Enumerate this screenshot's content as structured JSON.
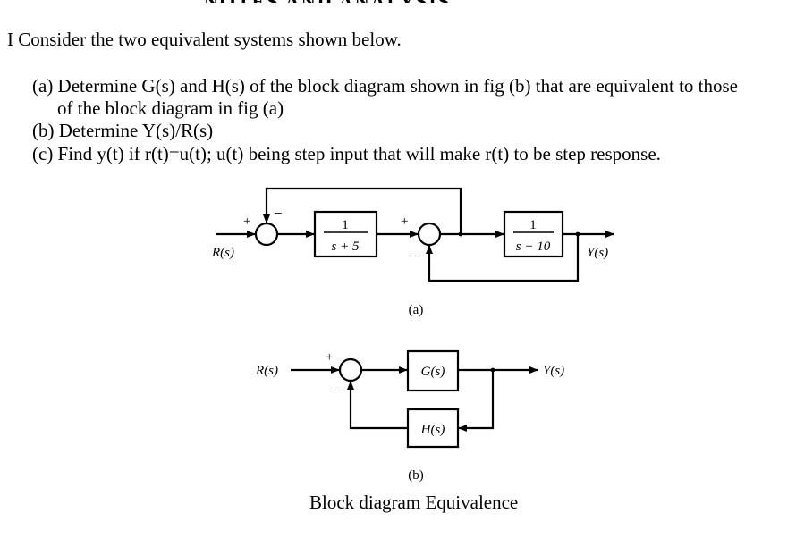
{
  "question": {
    "title": "I Consider the two equivalent systems shown below.",
    "part_a_line1": "(a) Determine G(s) and H(s) of the block diagram shown in fig (b) that are equivalent to those",
    "part_a_line2": "of the block diagram in fig (a)",
    "part_b": "(b) Determine Y(s)/R(s)",
    "part_c": "(c) Find y(t) if r(t)=u(t); u(t) being step input that will make r(t) to be step response."
  },
  "diagram_a": {
    "input_label": "R(s)",
    "output_label": "Y(s)",
    "block1": {
      "numerator": "1",
      "denominator": "s + 5"
    },
    "block2": {
      "numerator": "1",
      "denominator": "s + 10"
    },
    "plus_sign": "+",
    "minus_sign": "−",
    "figure_label": "(a)"
  },
  "diagram_b": {
    "input_label": "R(s)",
    "output_label": "Y(s)",
    "forward_block": "G(s)",
    "feedback_block": "H(s)",
    "plus_sign": "+",
    "minus_sign": "−",
    "figure_label": "(b)"
  },
  "caption": "Block diagram Equivalence"
}
